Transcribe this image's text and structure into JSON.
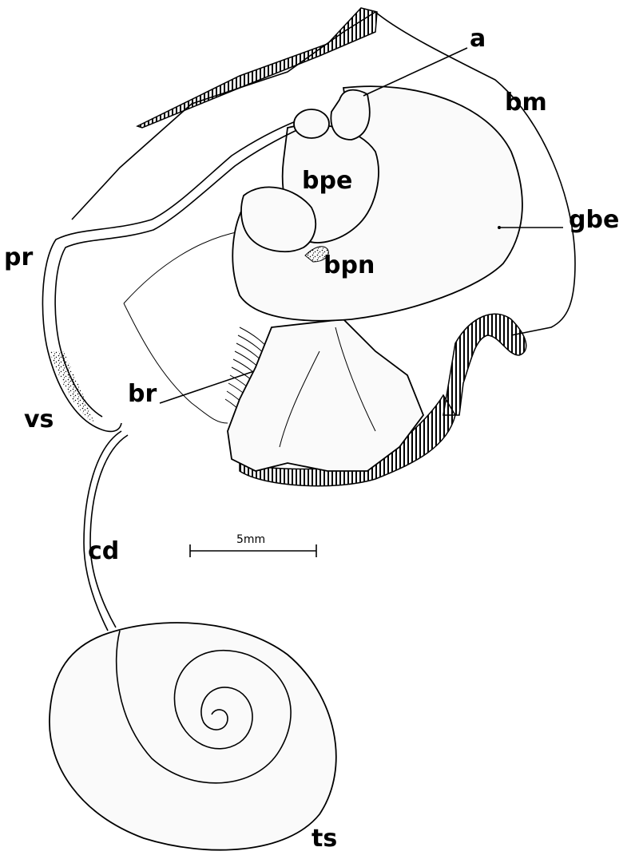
{
  "labels": {
    "a": "a",
    "bm": "bm",
    "bpe": "bpe",
    "gbe": "gbe",
    "bpn": "bpn",
    "pr": "pr",
    "br": "br",
    "vs": "vs",
    "cd": "cd",
    "ts": "ts"
  },
  "scale_bar": {
    "label": "5mm"
  },
  "colors": {
    "ink": "#000000",
    "paper": "#ffffff"
  }
}
